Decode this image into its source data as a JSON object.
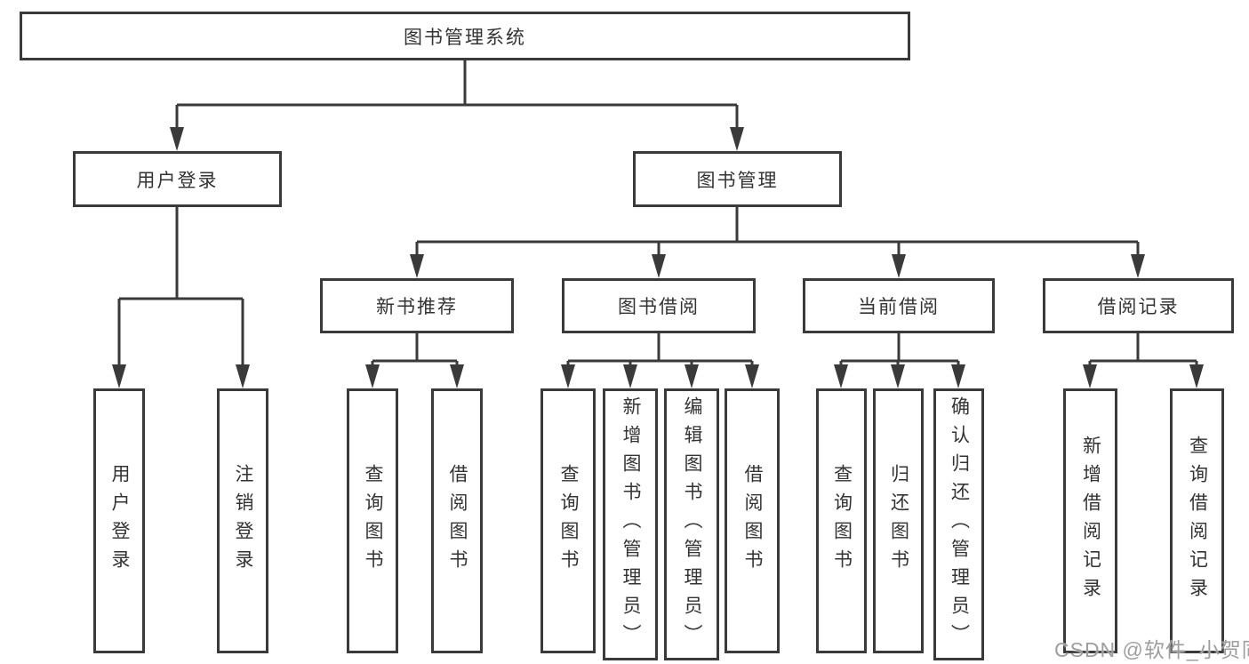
{
  "diagram": {
    "root": "图书管理系统",
    "level2": [
      "用户登录",
      "图书管理"
    ],
    "level3": [
      "新书推荐",
      "图书借阅",
      "当前借阅",
      "借阅记录"
    ],
    "leaves": {
      "user_login": [
        "用户登录",
        "注销登录"
      ],
      "new_books": [
        "查询图书",
        "借阅图书"
      ],
      "book_borrow": [
        "查询图书",
        "新增图书（管理员）",
        "编辑图书（管理员）",
        "借阅图书"
      ],
      "current_borrow": [
        "查询图书",
        "归还图书",
        "确认归还（管理员）"
      ],
      "borrow_records": [
        "新增借阅记录",
        "查询借阅记录"
      ]
    },
    "watermark": "CSDN @软件_小贺同学",
    "colors": {
      "line": "#3a3a3a",
      "text": "#333333",
      "box_bg": "#ffffff",
      "watermark": "#9e9e9e"
    }
  }
}
